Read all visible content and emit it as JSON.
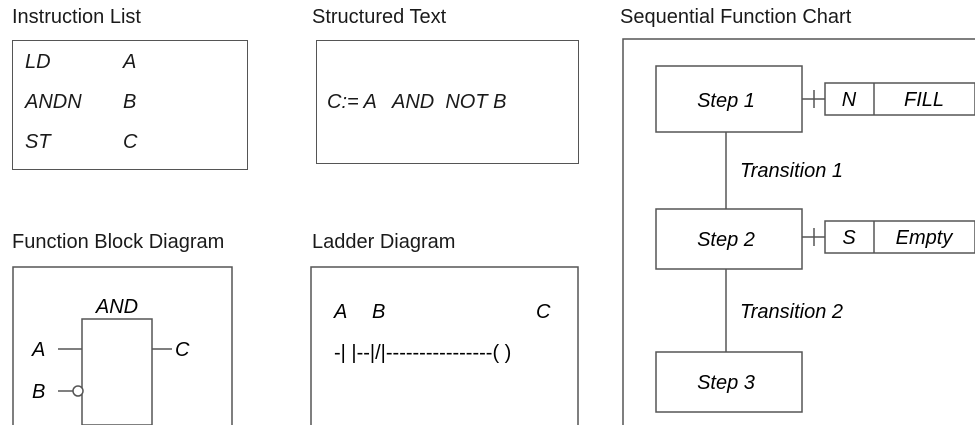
{
  "instruction_list": {
    "title": "Instruction List",
    "rows": [
      {
        "op": "LD",
        "arg": "A"
      },
      {
        "op": "ANDN",
        "arg": "B"
      },
      {
        "op": "ST",
        "arg": "C"
      }
    ]
  },
  "structured_text": {
    "title": "Structured Text",
    "code": "C:= A   AND  NOT B"
  },
  "function_block": {
    "title": "Function Block Diagram",
    "block_label": "AND",
    "input_a": "A",
    "input_b": "B",
    "output": "C"
  },
  "ladder": {
    "title": "Ladder Diagram",
    "label_a": "A",
    "label_b": "B",
    "label_c": "C",
    "rung": "-| |--|/|----------------( )"
  },
  "sfc": {
    "title": "Sequential Function Chart",
    "steps": [
      "Step 1",
      "Step 2",
      "Step 3"
    ],
    "transitions": [
      "Transition 1",
      "Transition 2"
    ],
    "actions": [
      {
        "qualifier": "N",
        "name": "FILL"
      },
      {
        "qualifier": "S",
        "name": "Empty"
      }
    ]
  }
}
